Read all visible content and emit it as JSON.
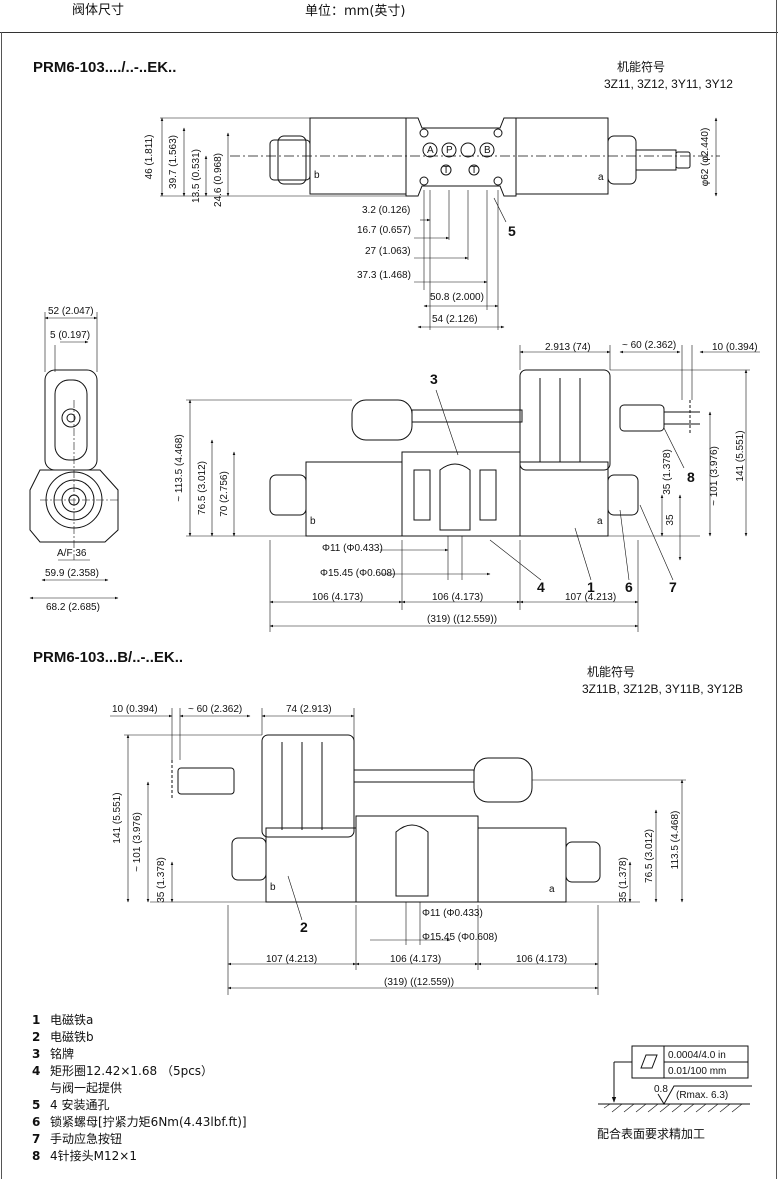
{
  "header": {
    "left": "阀体尺寸",
    "center": "单位：mm(英寸)"
  },
  "section1": {
    "title": "PRM6-103..../..-..EK..",
    "symbol_label": "机能符号",
    "symbol_codes": "3Z11, 3Z12, 3Y11, 3Y12"
  },
  "section2": {
    "title": "PRM6-103...B/..-..EK..",
    "symbol_label": "机能符号",
    "symbol_codes": "3Z11B, 3Z12B, 3Y11B, 3Y12B"
  },
  "top_dims": {
    "d46": "46 (1.811)",
    "d397": "39.7 (1.563)",
    "d135": "13.5 (0.531)",
    "d246": "24.6 (0.968)",
    "d32": "3.2 (0.126)",
    "d167": "16.7 (0.657)",
    "d27": "27 (1.063)",
    "d373": "37.3 (1.468)",
    "d508": "50.8 (2.000)",
    "d54": "54 (2.126)",
    "phi62": "φ62 (φ2.440)",
    "call5": "5",
    "a": "a",
    "b": "b",
    "ports": [
      "A",
      "P",
      "B",
      "T",
      "T"
    ]
  },
  "side_dims": {
    "d52": "52 (2.047)",
    "d5": "5 (0.197)",
    "af36": "A/F 36",
    "d599": "59.9 (2.358)",
    "d682": "68.2 (2.685)"
  },
  "mid_dims": {
    "d2913": "2.913 (74)",
    "d60": "~ 60 (2.362)",
    "d10": "10 (0.394)",
    "d1135": "~ 113.5 (4.468)",
    "d765": "76.5 (3.012)",
    "d70": "70 (2.756)",
    "d35a": "35 (1.378)",
    "d35b": "35",
    "d101": "~ 101 (3.976)",
    "d141": "141 (5.551)",
    "phi11": "Φ11 (Φ0.433)",
    "phi1545": "Φ15.45 (Φ0.608)",
    "d106a": "106 (4.173)",
    "d106b": "106 (4.173)",
    "d107": "107 (4.213)",
    "d319": "(319)  ((12.559))",
    "calls": [
      "3",
      "8",
      "4",
      "1",
      "6",
      "7"
    ]
  },
  "bot_dims": {
    "d10": "10 (0.394)",
    "d60": "~ 60 (2.362)",
    "d74": "74 (2.913)",
    "d141": "141 (5.551)",
    "d101": "~ 101 (3.976)",
    "d35l": "35 (1.378)",
    "d35r": "35 (1.378)",
    "d765": "76.5 (3.012)",
    "d1135": "113.5 (4.468)",
    "phi11": "Φ11 (Φ0.433)",
    "phi1545": "Φ15.45 (Φ0.608)",
    "d107": "107 (4.213)",
    "d106a": "106 (4.173)",
    "d106b": "106 (4.173)",
    "d319": "(319)  ((12.559))",
    "call2": "2"
  },
  "legend": [
    {
      "num": "1",
      "text": "电磁铁a"
    },
    {
      "num": "2",
      "text": "电磁铁b"
    },
    {
      "num": "3",
      "text": "铭牌"
    },
    {
      "num": "4",
      "text": "矩形圈12.42×1.68  （5pcs）"
    },
    {
      "num": "",
      "text": "与阀一起提供"
    },
    {
      "num": "5",
      "text": "4 安装通孔"
    },
    {
      "num": "6",
      "text": "锁紧螺母[拧紧力矩6Nm(4.43lbf.ft)]"
    },
    {
      "num": "7",
      "text": "手动应急按钮"
    },
    {
      "num": "8",
      "text": "4针接头M12×1"
    }
  ],
  "surface": {
    "flatness1": "0.0004/4.0 in",
    "flatness2": "0.01/100 mm",
    "roughness_val": "0.8",
    "roughness_max": "(Rmax. 6.3)",
    "caption": "配合表面要求精加工"
  }
}
